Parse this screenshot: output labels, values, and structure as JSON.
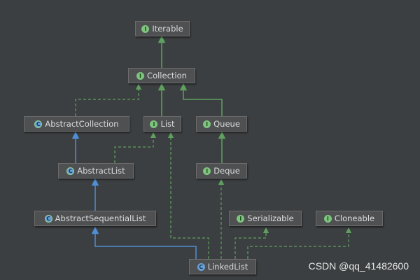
{
  "nodes": {
    "iterable": {
      "label": "Iterable",
      "kind": "I",
      "type": "interface"
    },
    "collection": {
      "label": "Collection",
      "kind": "I",
      "type": "interface"
    },
    "abstract_collection": {
      "label": "AbstractCollection",
      "kind": "C",
      "type": "abstract"
    },
    "list": {
      "label": "List",
      "kind": "I",
      "type": "interface"
    },
    "queue": {
      "label": "Queue",
      "kind": "I",
      "type": "interface"
    },
    "abstract_list": {
      "label": "AbstractList",
      "kind": "C",
      "type": "abstract"
    },
    "deque": {
      "label": "Deque",
      "kind": "I",
      "type": "interface"
    },
    "abstract_sequential_list": {
      "label": "AbstractSequentialList",
      "kind": "C",
      "type": "abstract"
    },
    "serializable": {
      "label": "Serializable",
      "kind": "I",
      "type": "interface"
    },
    "cloneable": {
      "label": "Cloneable",
      "kind": "I",
      "type": "interface"
    },
    "linked_list": {
      "label": "LinkedList",
      "kind": "C",
      "type": "class"
    }
  },
  "colors": {
    "background": "#3c3f41",
    "extends_interface_edge": "#5fa05f",
    "extends_class_edge": "#4f8fd6",
    "implements_edge": "#5fa05f"
  },
  "watermark": "CSDN @qq_41482600"
}
